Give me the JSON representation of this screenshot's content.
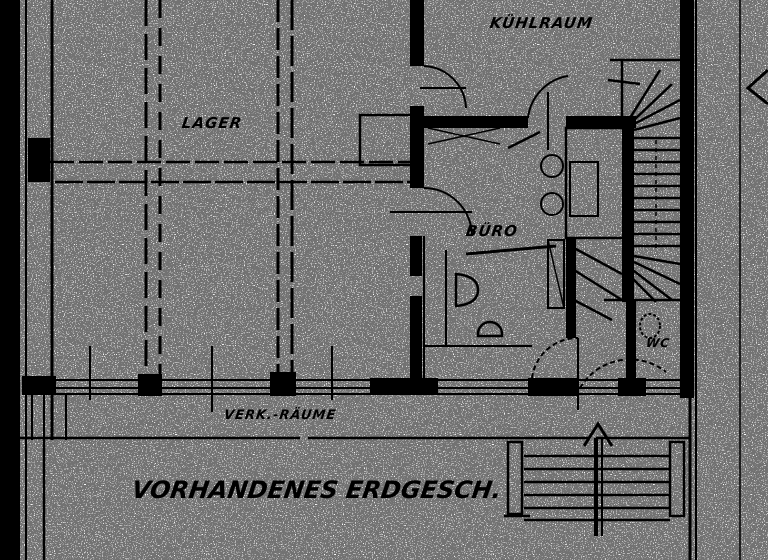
{
  "drawing": {
    "type": "architectural floor plan (scanned, black ink on white)",
    "colors": {
      "ink": "#000000",
      "paper": "#ffffff"
    }
  },
  "rooms": {
    "kuehlraum": "KÜHLRAUM",
    "lager": "LAGER",
    "buero": "BÜRO",
    "verkaufsraeume": "VERK.-RÄUME",
    "wc": "WC"
  },
  "caption": "VORHANDENES ERDGESCH."
}
